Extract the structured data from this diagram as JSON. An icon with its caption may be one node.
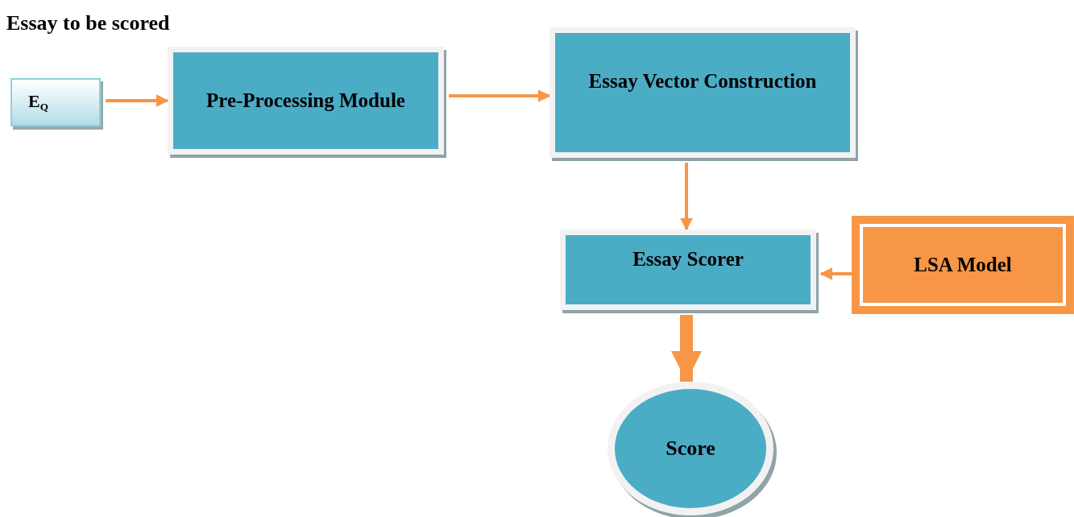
{
  "diagram": {
    "title": "Essay to be scored",
    "nodes": [
      {
        "text": [
          "E$_{Q}$"
        ]
      },
      {
        "text": [
          "Pre-Processing Module"
        ]
      },
      {
        "text": [
          "Essay Vector Construction"
        ]
      },
      {
        "text": [
          "Essay Scorer"
        ]
      },
      {
        "text": [
          "LSA Model"
        ]
      },
      {
        "text": [
          "Score"
        ]
      }
    ],
    "edges": [
      {
        "from": 0,
        "to": 1,
        "arrow": "to"
      },
      {
        "from": 1,
        "to": 2,
        "arrow": "to"
      },
      {
        "from": 2,
        "to": 3,
        "arrow": "to"
      },
      {
        "from": 4,
        "to": 3,
        "arrow": "to"
      },
      {
        "from": 3,
        "to": 5,
        "arrow": "to",
        "style": "thick"
      }
    ]
  }
}
